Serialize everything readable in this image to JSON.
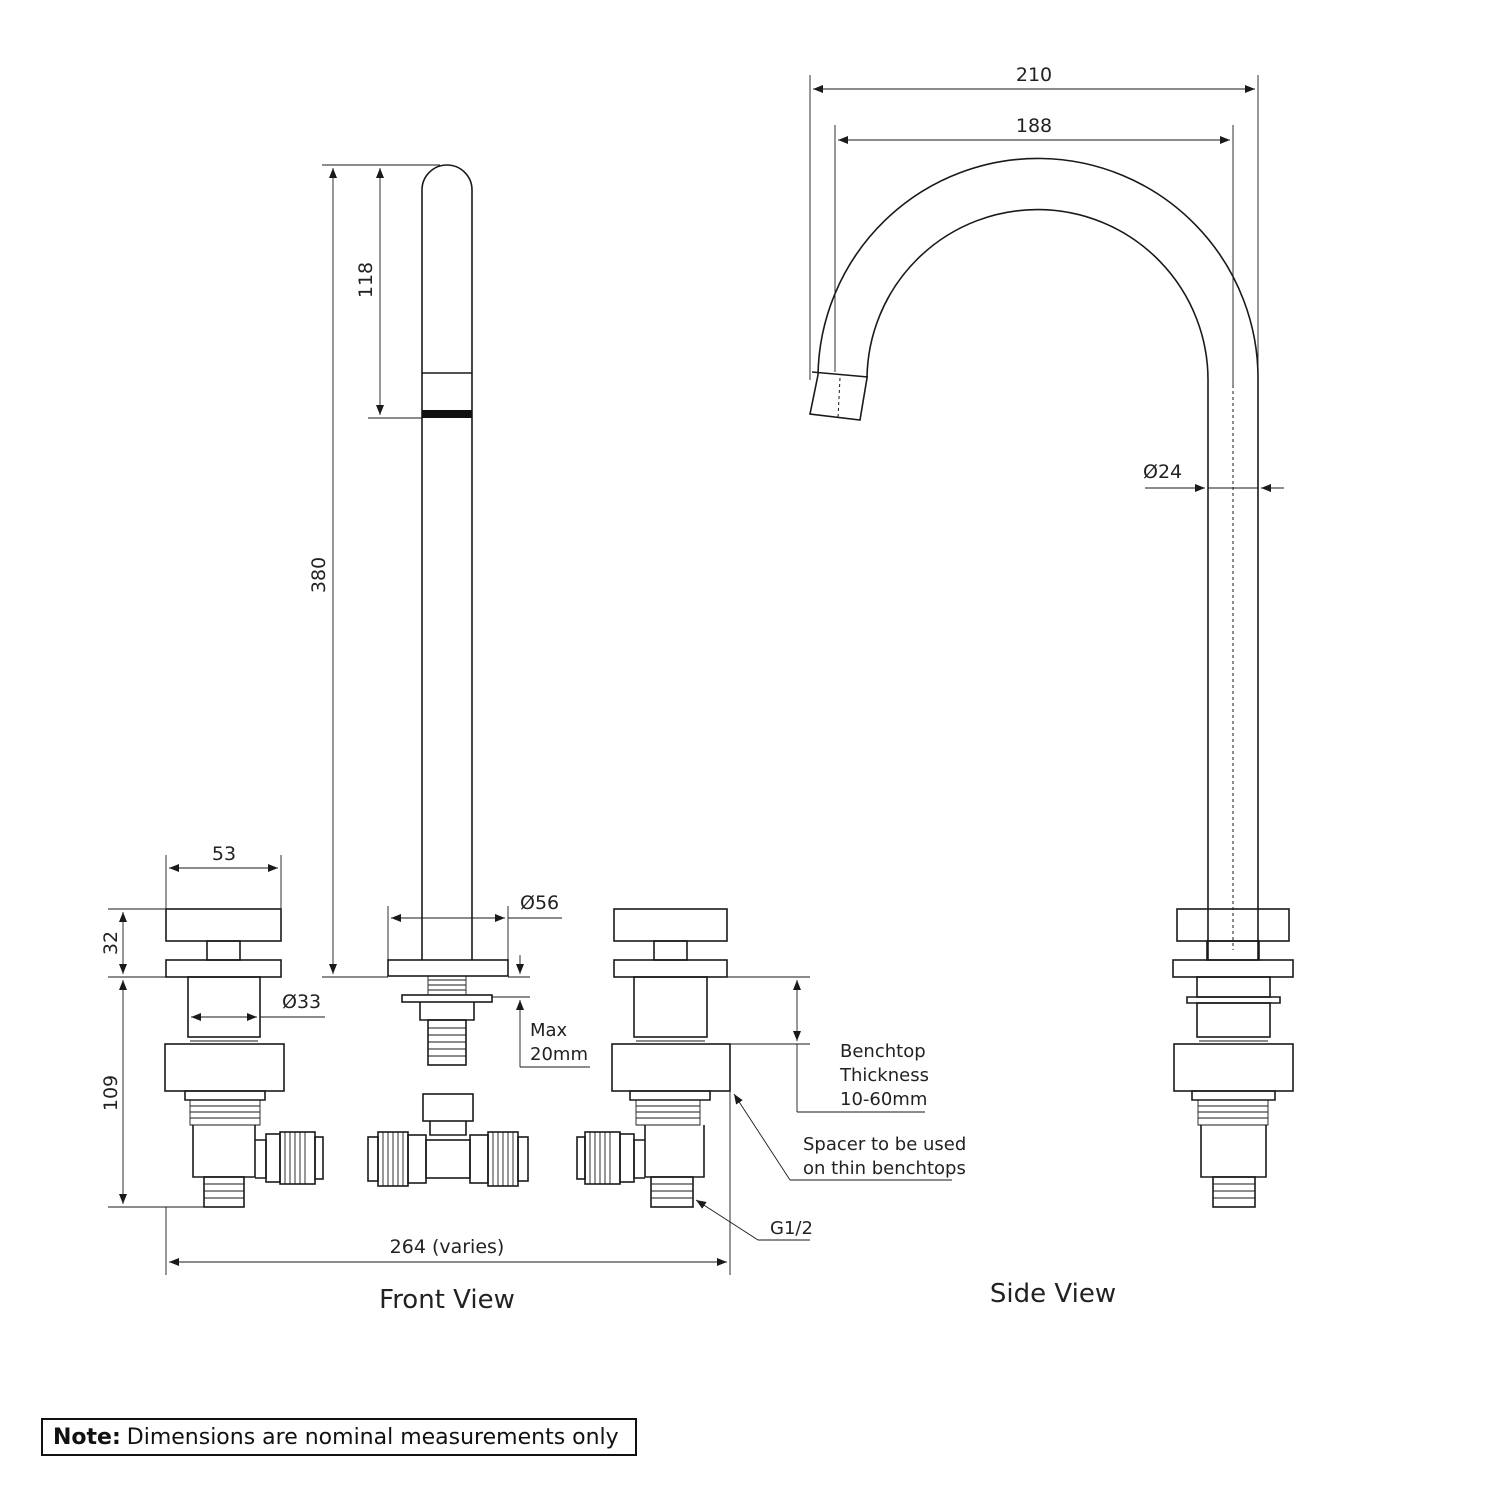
{
  "dimensions": {
    "side_outer_width": "210",
    "side_inner_width": "188",
    "spout_tip": "118",
    "spout_height": "380",
    "side_diameter": "Ø24",
    "handle_width": "53",
    "handle_height": "32",
    "valve_diameter": "Ø33",
    "spout_base_diameter": "Ø56",
    "valve_height": "109",
    "overall_width": "264 (varies)"
  },
  "labels": {
    "max_line1": "Max",
    "max_line2": "20mm",
    "benchtop_line1": "Benchtop",
    "benchtop_line2": "Thickness",
    "benchtop_line3": "10-60mm",
    "spacer_line1": "Spacer to be used",
    "spacer_line2": "on thin benchtops",
    "thread": "G1/2"
  },
  "views": {
    "front": "Front View",
    "side": "Side View"
  },
  "note": {
    "bold": "Note:",
    "text": "Dimensions are nominal measurements only"
  }
}
